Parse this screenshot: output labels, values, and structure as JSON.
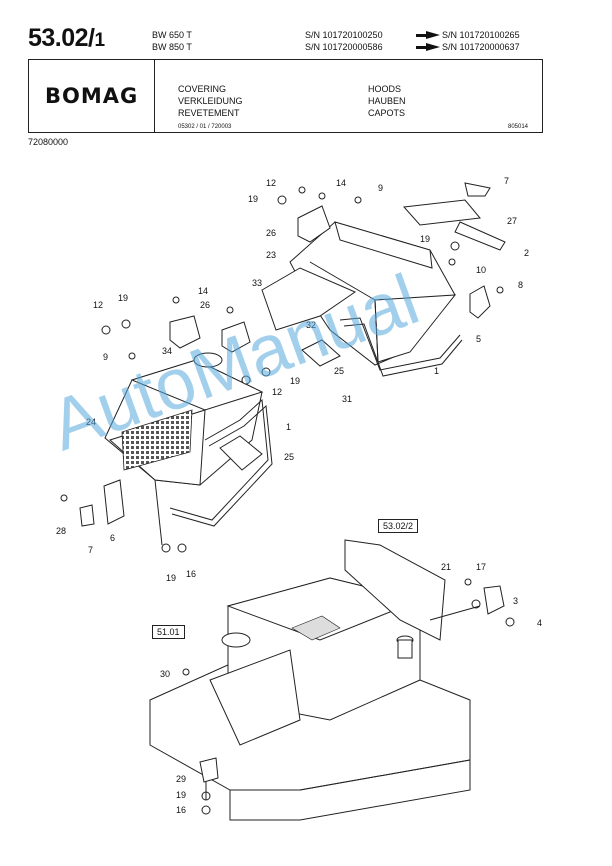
{
  "header": {
    "page_number": "53.02/",
    "page_sub": "1",
    "models": [
      "BW 650 T",
      "BW 850 T"
    ],
    "serials_from": [
      "S/N 101720100250",
      "S/N 101720000586"
    ],
    "serials_to": [
      "S/N 101720100265",
      "S/N 101720000637"
    ],
    "brand": "BOMAG",
    "titles_left": [
      "COVERING",
      "VERKLEIDUNG",
      "REVETEMENT"
    ],
    "titles_right": [
      "HOODS",
      "HAUBEN",
      "CAPOTS"
    ],
    "doc_code": "05302 / 01 / 720003",
    "print_code": "805014",
    "part_number": "72080000"
  },
  "diagram": {
    "callouts": [
      "12",
      "14",
      "9",
      "7",
      "19",
      "26",
      "27",
      "19",
      "2",
      "23",
      "10",
      "8",
      "33",
      "14",
      "12",
      "19",
      "26",
      "32",
      "5",
      "9",
      "34",
      "1",
      "19",
      "12",
      "25",
      "31",
      "24",
      "1",
      "25",
      "28",
      "7",
      "6",
      "19",
      "16",
      "21",
      "17",
      "3",
      "4",
      "30",
      "29",
      "19",
      "16"
    ],
    "references": [
      "53.02/2",
      "51.01"
    ]
  },
  "watermark": "AutoManual"
}
